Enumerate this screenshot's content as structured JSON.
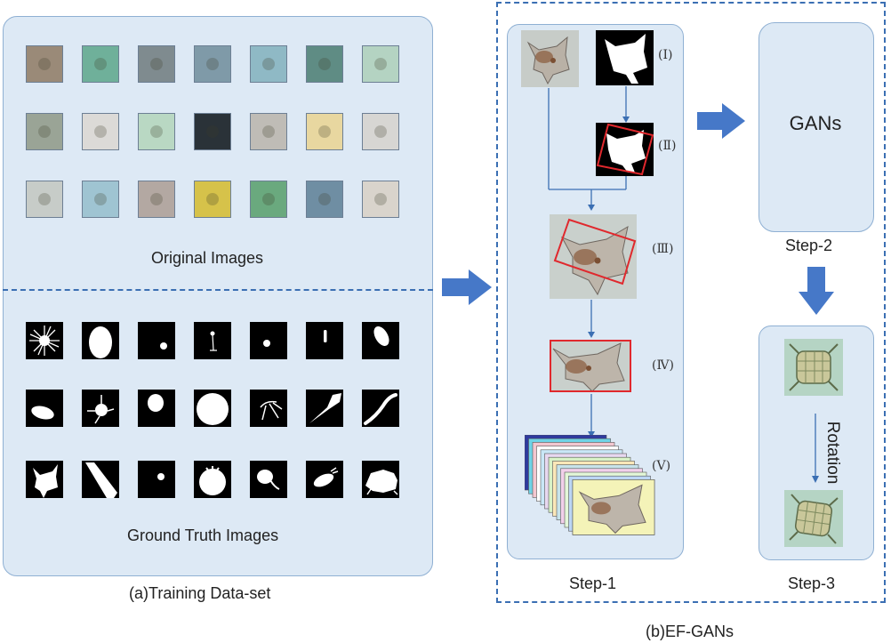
{
  "panel_a": {
    "original_label": "Original Images",
    "ground_truth_label": "Ground Truth Images",
    "caption": "(a)Training Data-set",
    "thumb_colors": [
      [
        "#9a8a78",
        "#6fb09a",
        "#7f8b8f",
        "#7f9aa8",
        "#8fb9c5",
        "#5f8c84",
        "#b4d3c2"
      ],
      [
        "#9aa496",
        "#dcdad7",
        "#b9d8c3",
        "#2a3238",
        "#bfbcb6",
        "#e8d7a0",
        "#d7d6d3"
      ],
      [
        "#c7ccc8",
        "#9fc4d2",
        "#b3a8a2",
        "#d6c24a",
        "#6aa97e",
        "#6f8ea3",
        "#d9d4cc"
      ]
    ]
  },
  "panel_b": {
    "caption": "(b)EF-GANs",
    "step1_label": "Step-1",
    "step2_label": "Step-2",
    "step3_label": "Step-3",
    "gans_label": "GANs",
    "rotation_label": "Rotation",
    "roman": {
      "i": "(Ⅰ)",
      "ii": "(Ⅱ)",
      "iii": "(Ⅲ)",
      "iv": "(Ⅳ)",
      "v": "(Ⅴ)"
    },
    "stack_colors": [
      "#2f3a9e",
      "#6fd3e6",
      "#f3c7d0",
      "#ffffff",
      "#c9e7f7",
      "#e8d8f0",
      "#d8f2c7",
      "#fbe7b8",
      "#c7e3ea",
      "#f2d0ea",
      "#e3f7d8",
      "#bcd6f5",
      "#f7f3c0"
    ]
  },
  "colors": {
    "arrow_blue": "#4678c8",
    "line_blue": "#3b6fb3",
    "bbox_red": "#e0282d",
    "panel_fill": "#dde9f5"
  }
}
